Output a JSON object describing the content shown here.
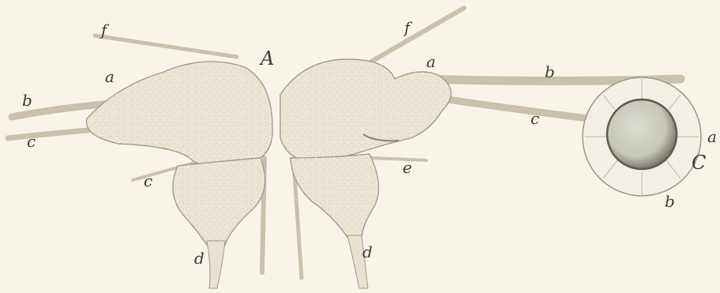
{
  "figure": {
    "labels": {
      "A": "A",
      "C": "C",
      "a_left": "a",
      "a_right": "a",
      "a_eye": "a",
      "b_left": "b",
      "b_right": "b",
      "b_eye": "b",
      "c_left_top": "c",
      "c_left_bottom": "c",
      "c_right": "c",
      "d_left": "d",
      "d_right": "d",
      "e_right": "e",
      "f_left": "f",
      "f_right": "f"
    },
    "colors": {
      "paper": "#f8f4ea",
      "tissue": "#ece6d6",
      "tissue_dark": "#b9b19f",
      "outline": "#7d776a",
      "eye_core": "#bdbcb0",
      "eye_ring": "#f2efe6"
    }
  }
}
